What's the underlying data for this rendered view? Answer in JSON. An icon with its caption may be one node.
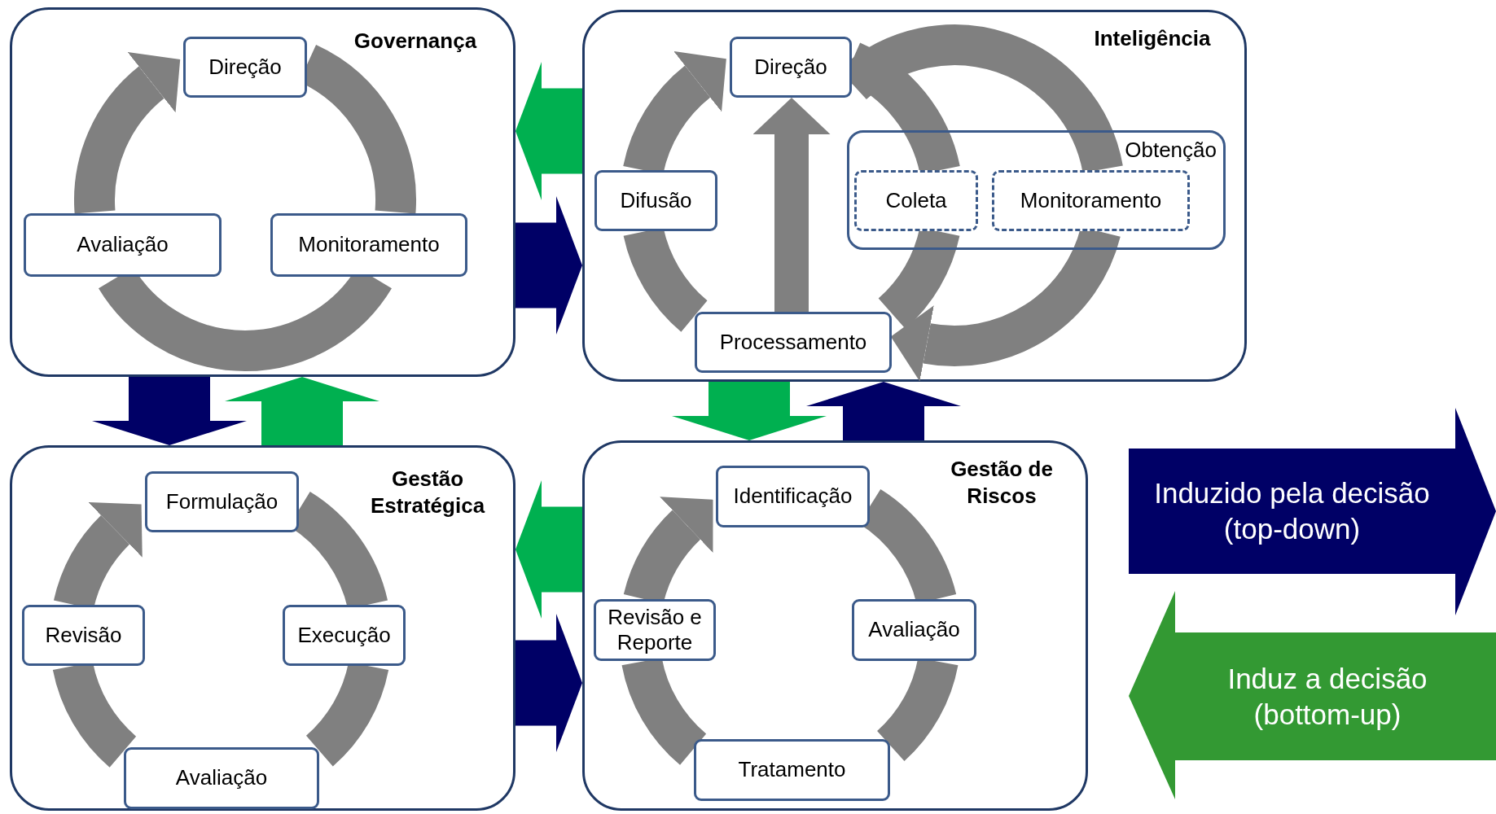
{
  "diagram": {
    "nodes": [
      {
        "text": [
          "Governança"
        ]
      },
      {
        "text": [
          "Direção"
        ],
        "in": 0
      },
      {
        "text": [
          "Avaliação"
        ],
        "in": 0
      },
      {
        "text": [
          "Monitoramento"
        ],
        "in": 0
      },
      {
        "text": [
          "Inteligência"
        ]
      },
      {
        "text": [
          "Direção"
        ],
        "in": 4
      },
      {
        "text": [
          "Difusão"
        ],
        "in": 4
      },
      {
        "text": [
          "Obtenção"
        ],
        "in": 4
      },
      {
        "text": [
          "Coleta"
        ],
        "in": 7
      },
      {
        "text": [
          "Monitoramento"
        ],
        "in": 7
      },
      {
        "text": [
          "Processamento"
        ],
        "in": 4
      },
      {
        "text": [
          "Gestão Estratégica"
        ]
      },
      {
        "text": [
          "Formulação"
        ],
        "in": 11
      },
      {
        "text": [
          "Revisão"
        ],
        "in": 11
      },
      {
        "text": [
          "Execução"
        ],
        "in": 11
      },
      {
        "text": [
          "Avaliação"
        ],
        "in": 11
      },
      {
        "text": [
          "Gestão de Riscos"
        ]
      },
      {
        "text": [
          "Identificação"
        ],
        "in": 16
      },
      {
        "text": [
          "Revisão e Reporte"
        ],
        "in": 16
      },
      {
        "text": [
          "Avaliação"
        ],
        "in": 16
      },
      {
        "text": [
          "Tratamento"
        ],
        "in": 16
      }
    ],
    "edges": [
      {
        "from": 1,
        "to": 3,
        "arrow": "none"
      },
      {
        "from": 3,
        "to": 2,
        "arrow": "none"
      },
      {
        "from": 2,
        "to": 1,
        "arrow": "to"
      },
      {
        "from": 5,
        "to": 8,
        "arrow": "none"
      },
      {
        "from": 8,
        "to": 10,
        "arrow": "none"
      },
      {
        "from": 10,
        "to": 6,
        "arrow": "none"
      },
      {
        "from": 6,
        "to": 5,
        "arrow": "to"
      },
      {
        "from": 5,
        "to": 9,
        "arrow": "none"
      },
      {
        "from": 9,
        "to": 10,
        "arrow": "to"
      },
      {
        "from": 10,
        "to": 5,
        "arrow": "to"
      },
      {
        "from": 12,
        "to": 14,
        "arrow": "none"
      },
      {
        "from": 14,
        "to": 15,
        "arrow": "none"
      },
      {
        "from": 15,
        "to": 13,
        "arrow": "none"
      },
      {
        "from": 13,
        "to": 12,
        "arrow": "to"
      },
      {
        "from": 17,
        "to": 19,
        "arrow": "none"
      },
      {
        "from": 19,
        "to": 20,
        "arrow": "none"
      },
      {
        "from": 20,
        "to": 18,
        "arrow": "none"
      },
      {
        "from": 18,
        "to": 17,
        "arrow": "to"
      },
      {
        "from": 0,
        "to": 4,
        "arrow": "to",
        "style": "thick",
        "color": "#000066"
      },
      {
        "from": 4,
        "to": 0,
        "arrow": "to",
        "style": "thick",
        "color": "#00b050"
      },
      {
        "from": 0,
        "to": 11,
        "arrow": "to",
        "style": "thick",
        "color": "#000066"
      },
      {
        "from": 11,
        "to": 0,
        "arrow": "to",
        "style": "thick",
        "color": "#00b050"
      },
      {
        "from": 4,
        "to": 16,
        "arrow": "to",
        "style": "thick",
        "color": "#00b050"
      },
      {
        "from": 16,
        "to": 4,
        "arrow": "to",
        "style": "thick",
        "color": "#000066"
      },
      {
        "from": 11,
        "to": 16,
        "arrow": "to",
        "style": "thick",
        "color": "#000066"
      },
      {
        "from": 16,
        "to": 11,
        "arrow": "to",
        "style": "thick",
        "color": "#00b050"
      }
    ],
    "legend": [
      {
        "text": "Induzido pela decisão (top-down)",
        "color": "#000066"
      },
      {
        "text": "Induz a decisão (bottom-up)",
        "color": "#339933"
      }
    ]
  }
}
